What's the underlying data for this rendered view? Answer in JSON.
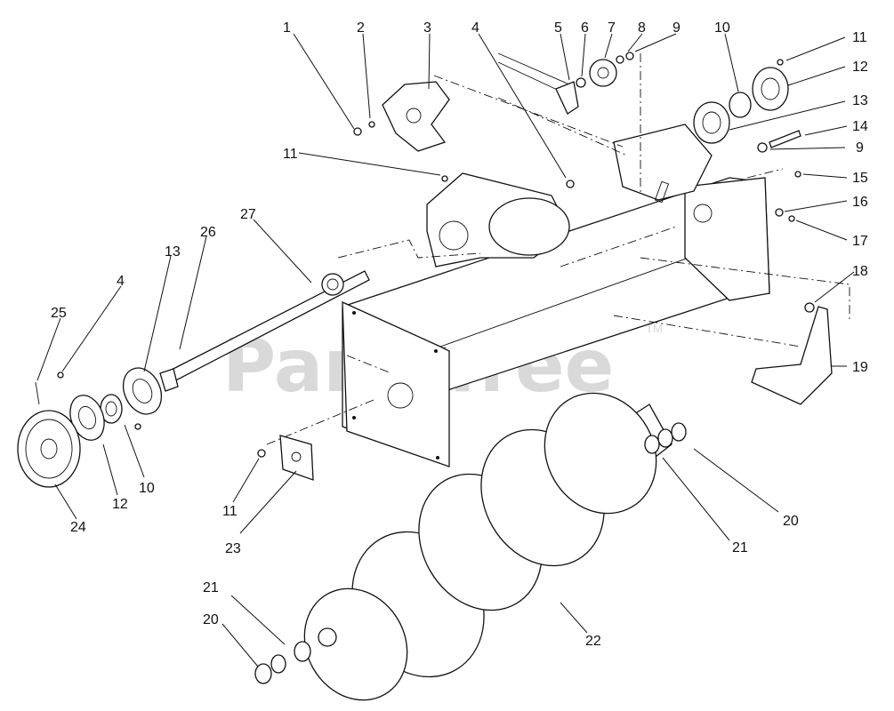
{
  "watermark": {
    "text": "PartsTree",
    "trademark": "TM"
  },
  "callouts": [
    {
      "id": "c1",
      "label": "1"
    },
    {
      "id": "c2",
      "label": "2"
    },
    {
      "id": "c3",
      "label": "3"
    },
    {
      "id": "c4a",
      "label": "4"
    },
    {
      "id": "c5",
      "label": "5"
    },
    {
      "id": "c6",
      "label": "6"
    },
    {
      "id": "c7",
      "label": "7"
    },
    {
      "id": "c8",
      "label": "8"
    },
    {
      "id": "c9a",
      "label": "9"
    },
    {
      "id": "c10a",
      "label": "10"
    },
    {
      "id": "c11a",
      "label": "11"
    },
    {
      "id": "c12a",
      "label": "12"
    },
    {
      "id": "c13a",
      "label": "13"
    },
    {
      "id": "c14",
      "label": "14"
    },
    {
      "id": "c9b",
      "label": "9"
    },
    {
      "id": "c15",
      "label": "15"
    },
    {
      "id": "c16",
      "label": "16"
    },
    {
      "id": "c17",
      "label": "17"
    },
    {
      "id": "c18",
      "label": "18"
    },
    {
      "id": "c19",
      "label": "19"
    },
    {
      "id": "c11b",
      "label": "11"
    },
    {
      "id": "c27",
      "label": "27"
    },
    {
      "id": "c26",
      "label": "26"
    },
    {
      "id": "c13b",
      "label": "13"
    },
    {
      "id": "c4b",
      "label": "4"
    },
    {
      "id": "c25",
      "label": "25"
    },
    {
      "id": "c10b",
      "label": "10"
    },
    {
      "id": "c12b",
      "label": "12"
    },
    {
      "id": "c24",
      "label": "24"
    },
    {
      "id": "c11c",
      "label": "11"
    },
    {
      "id": "c23",
      "label": "23"
    },
    {
      "id": "c20a",
      "label": "20"
    },
    {
      "id": "c21a",
      "label": "21"
    },
    {
      "id": "c21b",
      "label": "21"
    },
    {
      "id": "c20b",
      "label": "20"
    },
    {
      "id": "c22",
      "label": "22"
    }
  ]
}
